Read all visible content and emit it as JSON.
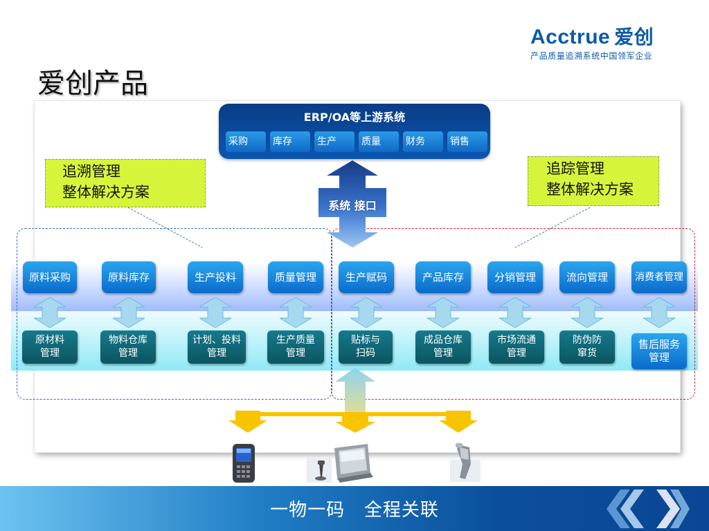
{
  "header": {
    "brand_name": "Acctrue",
    "brand_name_cn": "爱创",
    "brand_tagline": "产品质量追溯系统中国领军企业",
    "page_title": "爱创产品"
  },
  "erp": {
    "title": "ERP/OA等上游系统",
    "modules": [
      "采购",
      "库存",
      "生产",
      "质量",
      "财务",
      "销售"
    ]
  },
  "interface_label": "系统 接口",
  "callouts": {
    "left": [
      "追溯管理",
      "整体解决方案"
    ],
    "right": [
      "追踪管理",
      "整体解决方案"
    ]
  },
  "stages_top": [
    "原料采购",
    "原料库存",
    "生产投料",
    "质量管理",
    "生产赋码",
    "产品库存",
    "分销管理",
    "流向管理",
    "消费者管理"
  ],
  "stages_bottom": [
    [
      "原材料",
      "管理"
    ],
    [
      "物料仓库",
      "管理"
    ],
    [
      "计划、投料",
      "管理"
    ],
    [
      "生产质量",
      "管理"
    ],
    [
      "贴标与",
      "扫码"
    ],
    [
      "成品仓库",
      "管理"
    ],
    [
      "市场流通",
      "管理"
    ],
    [
      "防伪防",
      "窜货"
    ],
    [
      "售后服务",
      "管理"
    ]
  ],
  "devices": [
    "handheld-terminal-icon",
    "barcode-scanner-station-icon",
    "rfid-gun-scanner-icon"
  ],
  "footer": {
    "slogan": "一物一码   全程关联"
  },
  "colors": {
    "brand_blue": "#0b5aa8",
    "module_blue": "#1a8ae0",
    "module_teal": "#0f6a78",
    "callout_green": "#d6f53a",
    "left_group_border": "#2f6cc0",
    "right_group_border": "#e01b2a",
    "arrow_yellow": "#f8c400"
  }
}
